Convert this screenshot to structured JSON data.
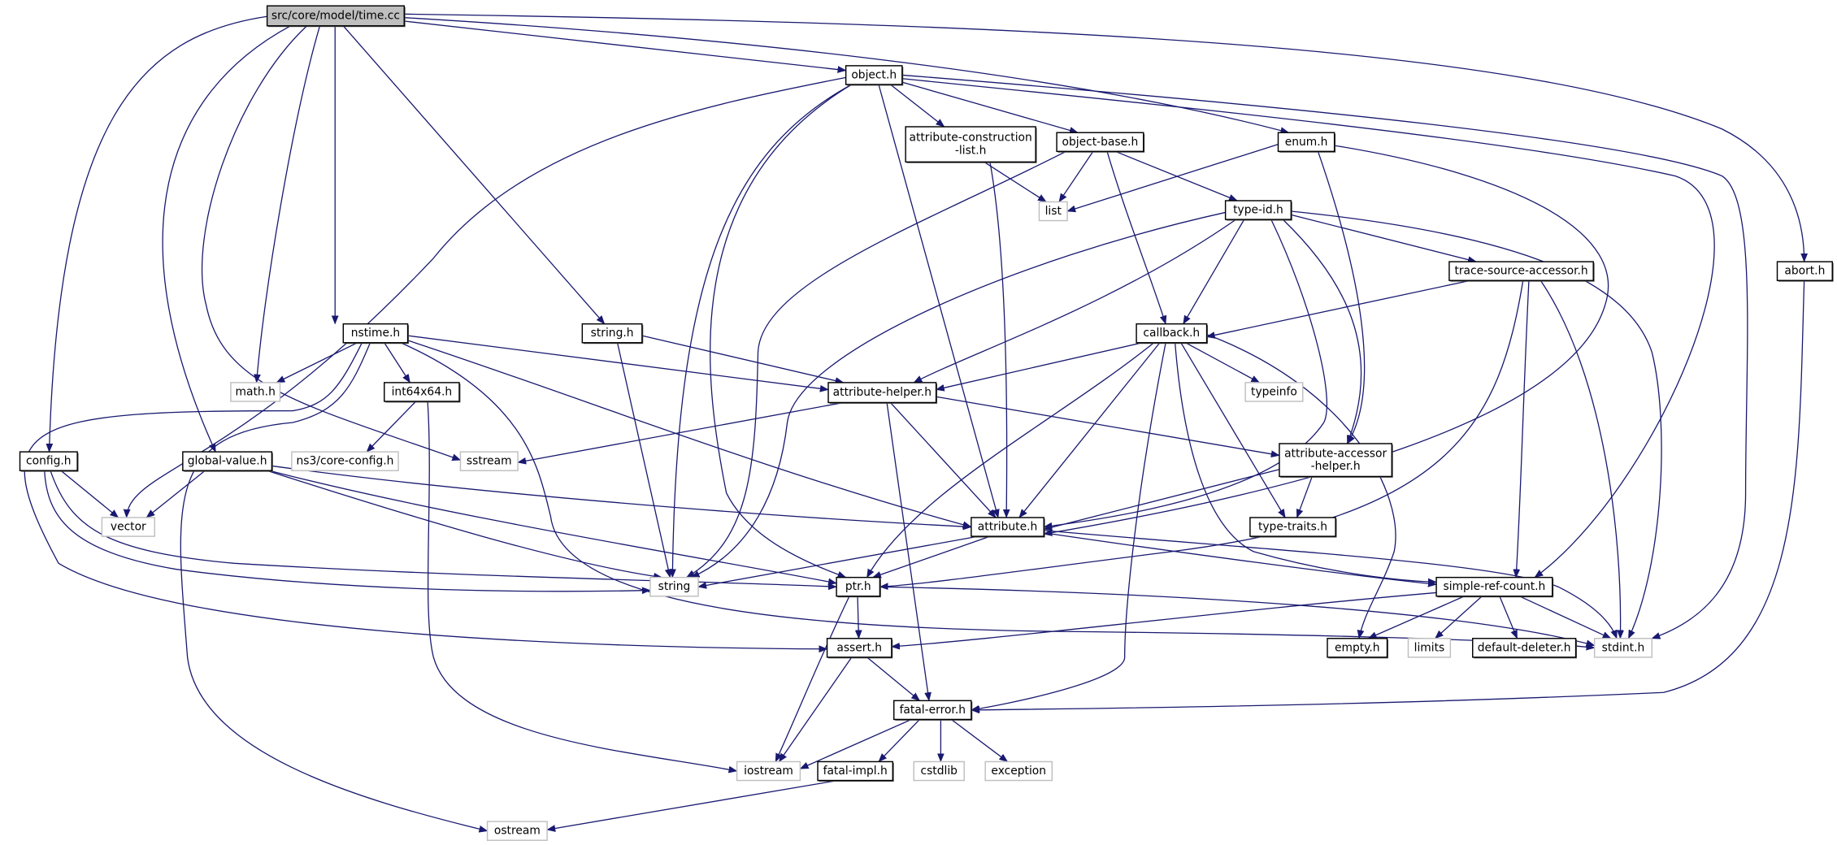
{
  "graph": {
    "title": "src/core/model/time.cc",
    "edge_color": "#191970",
    "root_fill": "#bfbfbf",
    "project_border": "#000000",
    "system_border": "#bfbfbf",
    "nodes": [
      {
        "id": "time_cc",
        "label": "src/core/model/time.cc",
        "kind": "root"
      },
      {
        "id": "object_h",
        "label": "object.h",
        "kind": "project"
      },
      {
        "id": "attr_constr",
        "label": "attribute-construction\n-list.h",
        "kind": "project"
      },
      {
        "id": "object_base",
        "label": "object-base.h",
        "kind": "project"
      },
      {
        "id": "enum_h",
        "label": "enum.h",
        "kind": "project"
      },
      {
        "id": "list",
        "label": "list",
        "kind": "system"
      },
      {
        "id": "type_id",
        "label": "type-id.h",
        "kind": "project"
      },
      {
        "id": "trace_src",
        "label": "trace-source-accessor.h",
        "kind": "project"
      },
      {
        "id": "abort_h",
        "label": "abort.h",
        "kind": "project"
      },
      {
        "id": "nstime_h",
        "label": "nstime.h",
        "kind": "project"
      },
      {
        "id": "string_h",
        "label": "string.h",
        "kind": "project"
      },
      {
        "id": "callback_h",
        "label": "callback.h",
        "kind": "project"
      },
      {
        "id": "math_h",
        "label": "math.h",
        "kind": "system"
      },
      {
        "id": "int64x64",
        "label": "int64x64.h",
        "kind": "project"
      },
      {
        "id": "attr_helper",
        "label": "attribute-helper.h",
        "kind": "project"
      },
      {
        "id": "typeinfo",
        "label": "typeinfo",
        "kind": "system"
      },
      {
        "id": "config_h",
        "label": "config.h",
        "kind": "project"
      },
      {
        "id": "global_value",
        "label": "global-value.h",
        "kind": "project"
      },
      {
        "id": "core_config",
        "label": "ns3/core-config.h",
        "kind": "system"
      },
      {
        "id": "sstream",
        "label": "sstream",
        "kind": "system"
      },
      {
        "id": "attr_acc_helper",
        "label": "attribute-accessor\n-helper.h",
        "kind": "project"
      },
      {
        "id": "vector",
        "label": "vector",
        "kind": "system"
      },
      {
        "id": "attribute_h",
        "label": "attribute.h",
        "kind": "project"
      },
      {
        "id": "type_traits",
        "label": "type-traits.h",
        "kind": "project"
      },
      {
        "id": "string",
        "label": "string",
        "kind": "system"
      },
      {
        "id": "ptr_h",
        "label": "ptr.h",
        "kind": "project"
      },
      {
        "id": "simple_ref",
        "label": "simple-ref-count.h",
        "kind": "project"
      },
      {
        "id": "assert_h",
        "label": "assert.h",
        "kind": "project"
      },
      {
        "id": "empty_h",
        "label": "empty.h",
        "kind": "project"
      },
      {
        "id": "limits",
        "label": "limits",
        "kind": "system"
      },
      {
        "id": "default_deleter",
        "label": "default-deleter.h",
        "kind": "project"
      },
      {
        "id": "stdint_h",
        "label": "stdint.h",
        "kind": "system"
      },
      {
        "id": "fatal_error",
        "label": "fatal-error.h",
        "kind": "project"
      },
      {
        "id": "iostream",
        "label": "iostream",
        "kind": "system"
      },
      {
        "id": "fatal_impl",
        "label": "fatal-impl.h",
        "kind": "project"
      },
      {
        "id": "cstdlib",
        "label": "cstdlib",
        "kind": "system"
      },
      {
        "id": "exception",
        "label": "exception",
        "kind": "system"
      },
      {
        "id": "ostream",
        "label": "ostream",
        "kind": "system"
      }
    ],
    "edges": [
      [
        "time_cc",
        "object_h"
      ],
      [
        "time_cc",
        "enum_h"
      ],
      [
        "time_cc",
        "abort_h"
      ],
      [
        "time_cc",
        "config_h"
      ],
      [
        "time_cc",
        "global_value"
      ],
      [
        "time_cc",
        "sstream"
      ],
      [
        "time_cc",
        "math_h"
      ],
      [
        "time_cc",
        "nstime_h"
      ],
      [
        "time_cc",
        "string_h"
      ],
      [
        "object_h",
        "attr_constr"
      ],
      [
        "object_h",
        "object_base"
      ],
      [
        "object_h",
        "vector"
      ],
      [
        "object_h",
        "string"
      ],
      [
        "object_h",
        "ptr_h"
      ],
      [
        "object_h",
        "attribute_h"
      ],
      [
        "object_h",
        "simple_ref"
      ],
      [
        "object_h",
        "stdint_h"
      ],
      [
        "attr_constr",
        "list"
      ],
      [
        "attr_constr",
        "attribute_h"
      ],
      [
        "object_base",
        "list"
      ],
      [
        "object_base",
        "type_id"
      ],
      [
        "object_base",
        "callback_h"
      ],
      [
        "object_base",
        "string"
      ],
      [
        "enum_h",
        "list"
      ],
      [
        "enum_h",
        "attr_acc_helper"
      ],
      [
        "enum_h",
        "attribute_h"
      ],
      [
        "type_id",
        "trace_src"
      ],
      [
        "type_id",
        "callback_h"
      ],
      [
        "type_id",
        "attr_helper"
      ],
      [
        "type_id",
        "string"
      ],
      [
        "type_id",
        "attribute_h"
      ],
      [
        "type_id",
        "attr_acc_helper"
      ],
      [
        "type_id",
        "stdint_h"
      ],
      [
        "trace_src",
        "callback_h"
      ],
      [
        "trace_src",
        "ptr_h"
      ],
      [
        "trace_src",
        "simple_ref"
      ],
      [
        "trace_src",
        "stdint_h"
      ],
      [
        "abort_h",
        "fatal_error"
      ],
      [
        "nstime_h",
        "math_h"
      ],
      [
        "nstime_h",
        "int64x64"
      ],
      [
        "nstime_h",
        "attr_helper"
      ],
      [
        "nstime_h",
        "attribute_h"
      ],
      [
        "nstime_h",
        "assert_h"
      ],
      [
        "nstime_h",
        "ostream"
      ],
      [
        "nstime_h",
        "stdint_h"
      ],
      [
        "string_h",
        "attr_helper"
      ],
      [
        "string_h",
        "string"
      ],
      [
        "callback_h",
        "attr_helper"
      ],
      [
        "callback_h",
        "typeinfo"
      ],
      [
        "callback_h",
        "ptr_h"
      ],
      [
        "callback_h",
        "attribute_h"
      ],
      [
        "callback_h",
        "fatal_error"
      ],
      [
        "callback_h",
        "type_traits"
      ],
      [
        "callback_h",
        "simple_ref"
      ],
      [
        "callback_h",
        "empty_h"
      ],
      [
        "int64x64",
        "core_config"
      ],
      [
        "int64x64",
        "iostream"
      ],
      [
        "attr_helper",
        "sstream"
      ],
      [
        "attr_helper",
        "attr_acc_helper"
      ],
      [
        "attr_helper",
        "attribute_h"
      ],
      [
        "attr_helper",
        "fatal_error"
      ],
      [
        "config_h",
        "vector"
      ],
      [
        "config_h",
        "string"
      ],
      [
        "config_h",
        "ptr_h"
      ],
      [
        "global_value",
        "vector"
      ],
      [
        "global_value",
        "attribute_h"
      ],
      [
        "global_value",
        "string"
      ],
      [
        "global_value",
        "ptr_h"
      ],
      [
        "attr_acc_helper",
        "attribute_h"
      ],
      [
        "attr_acc_helper",
        "type_traits"
      ],
      [
        "attribute_h",
        "string"
      ],
      [
        "attribute_h",
        "ptr_h"
      ],
      [
        "attribute_h",
        "simple_ref"
      ],
      [
        "attribute_h",
        "stdint_h"
      ],
      [
        "ptr_h",
        "assert_h"
      ],
      [
        "ptr_h",
        "iostream"
      ],
      [
        "ptr_h",
        "stdint_h"
      ],
      [
        "simple_ref",
        "assert_h"
      ],
      [
        "simple_ref",
        "empty_h"
      ],
      [
        "simple_ref",
        "limits"
      ],
      [
        "simple_ref",
        "default_deleter"
      ],
      [
        "simple_ref",
        "stdint_h"
      ],
      [
        "assert_h",
        "fatal_error"
      ],
      [
        "assert_h",
        "iostream"
      ],
      [
        "fatal_error",
        "iostream"
      ],
      [
        "fatal_error",
        "fatal_impl"
      ],
      [
        "fatal_error",
        "cstdlib"
      ],
      [
        "fatal_error",
        "exception"
      ],
      [
        "fatal_impl",
        "ostream"
      ]
    ]
  }
}
